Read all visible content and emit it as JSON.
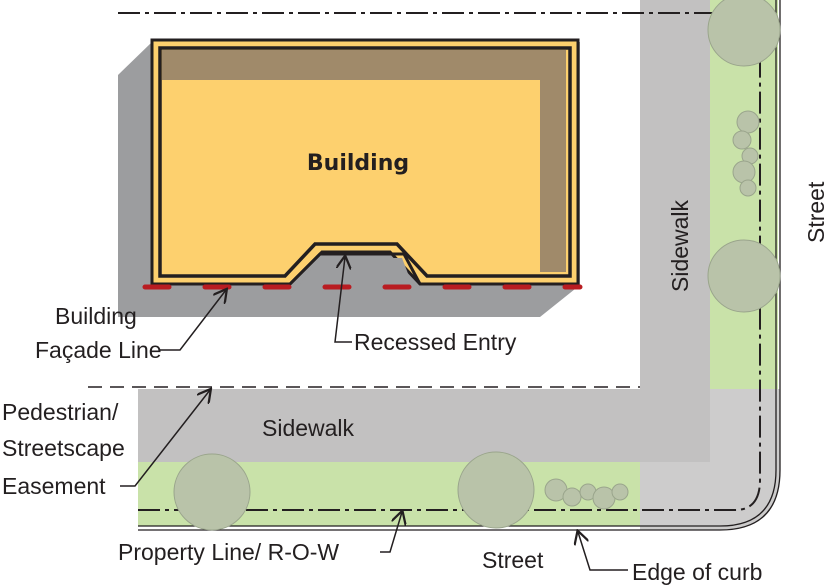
{
  "labels": {
    "building": "Building",
    "facade_line_1": "Building",
    "facade_line_2": "Façade Line",
    "recessed_entry": "Recessed Entry",
    "easement_1": "Pedestrian/",
    "easement_2": "Streetscape",
    "easement_3": "Easement",
    "sidewalk_horizontal": "Sidewalk",
    "sidewalk_vertical": "Sidewalk",
    "street_right": "Street",
    "street_bottom": "Street",
    "property_line": "Property Line/ R-O-W",
    "edge_of_curb": "Edge of curb"
  },
  "colors": {
    "building_fill": "#fdd06e",
    "building_band": "#a08a6a",
    "shadow": "#9c9d9f",
    "sidewalk": "#c2c1c1",
    "corner": "#cdcccc",
    "planting": "#c9e2a9",
    "tree": "#b9c3a9",
    "facade_line": "#b91c21"
  }
}
